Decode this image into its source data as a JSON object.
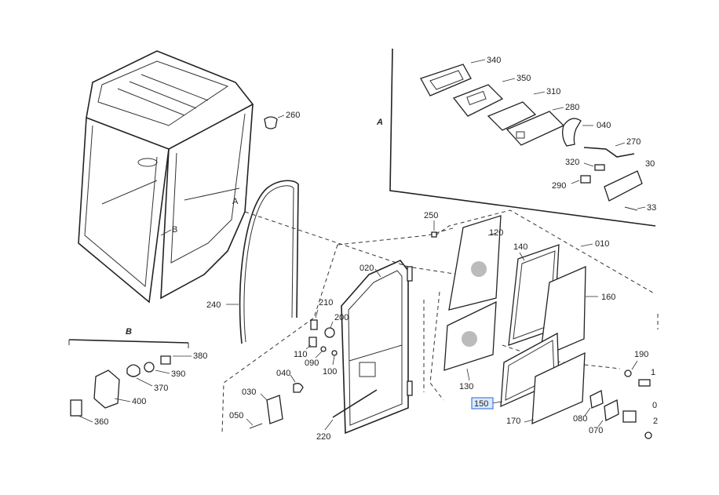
{
  "diagram": {
    "section_labels": {
      "a": "A",
      "b": "B"
    },
    "part_numbers": {
      "p010": "010",
      "p020": "020",
      "p030": "030",
      "p040": "040",
      "p040b": "040",
      "p050": "050",
      "p070": "070",
      "p080": "080",
      "p090": "090",
      "p100": "100",
      "p110": "110",
      "p120": "120",
      "p130": "130",
      "p140": "140",
      "p150": "150",
      "p160": "160",
      "p170": "170",
      "p190": "190",
      "p200": "200",
      "p210": "210",
      "p220": "220",
      "p240": "240",
      "p250": "250",
      "p260": "260",
      "p270": "270",
      "p280": "280",
      "p290": "290",
      "p310": "310",
      "p320": "320",
      "p340": "340",
      "p350": "350",
      "p360": "360",
      "p370": "370",
      "p380": "380",
      "p390": "390",
      "p400": "400",
      "cut30": "30",
      "cut33": "33",
      "cut1": "1",
      "cut0": "0",
      "cut2": "2"
    },
    "selected_part": "150"
  }
}
